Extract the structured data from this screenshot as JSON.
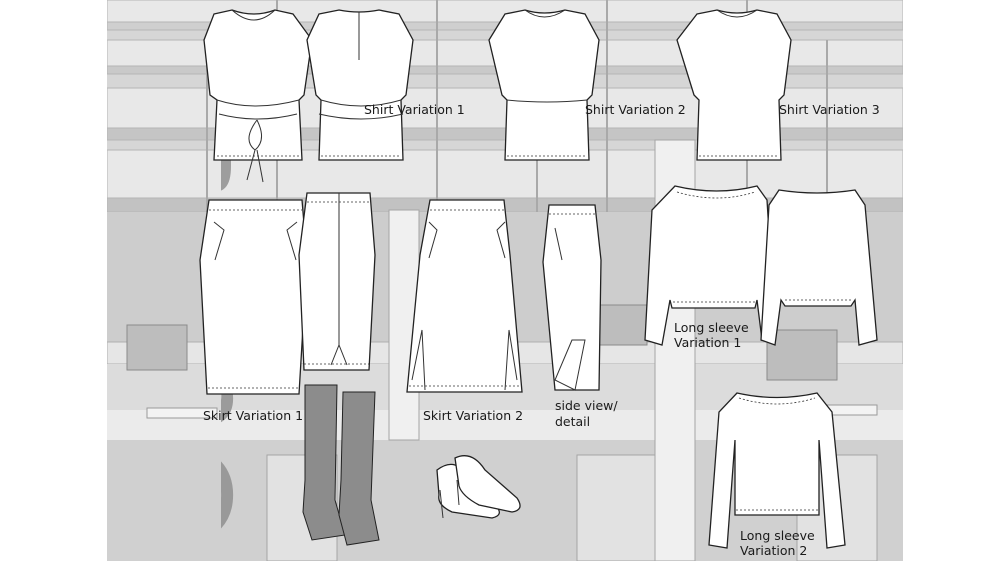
{
  "board": {
    "title": "Outfit 3"
  },
  "labels": {
    "shirt_v1": "Shirt Variation 1",
    "shirt_v2": "Shirt Variation 2",
    "shirt_v3": "Shirt Variation 3",
    "skirt_v1": "Skirt Variation 1",
    "skirt_v2": "Skirt Variation 2",
    "side_view_1": "side view/",
    "side_view_2": "detail",
    "long_v1_line1": "Long sleeve",
    "long_v1_line2": "Variation 1",
    "long_v2_line1": "Long sleeve",
    "long_v2_line2": "Variation 2"
  },
  "colors": {
    "background": "#d9d9d9",
    "garment_fill": "#ffffff",
    "garment_stroke": "#222222",
    "sock_fill": "#8c8c8c",
    "title_color": "#8f8f8f"
  }
}
